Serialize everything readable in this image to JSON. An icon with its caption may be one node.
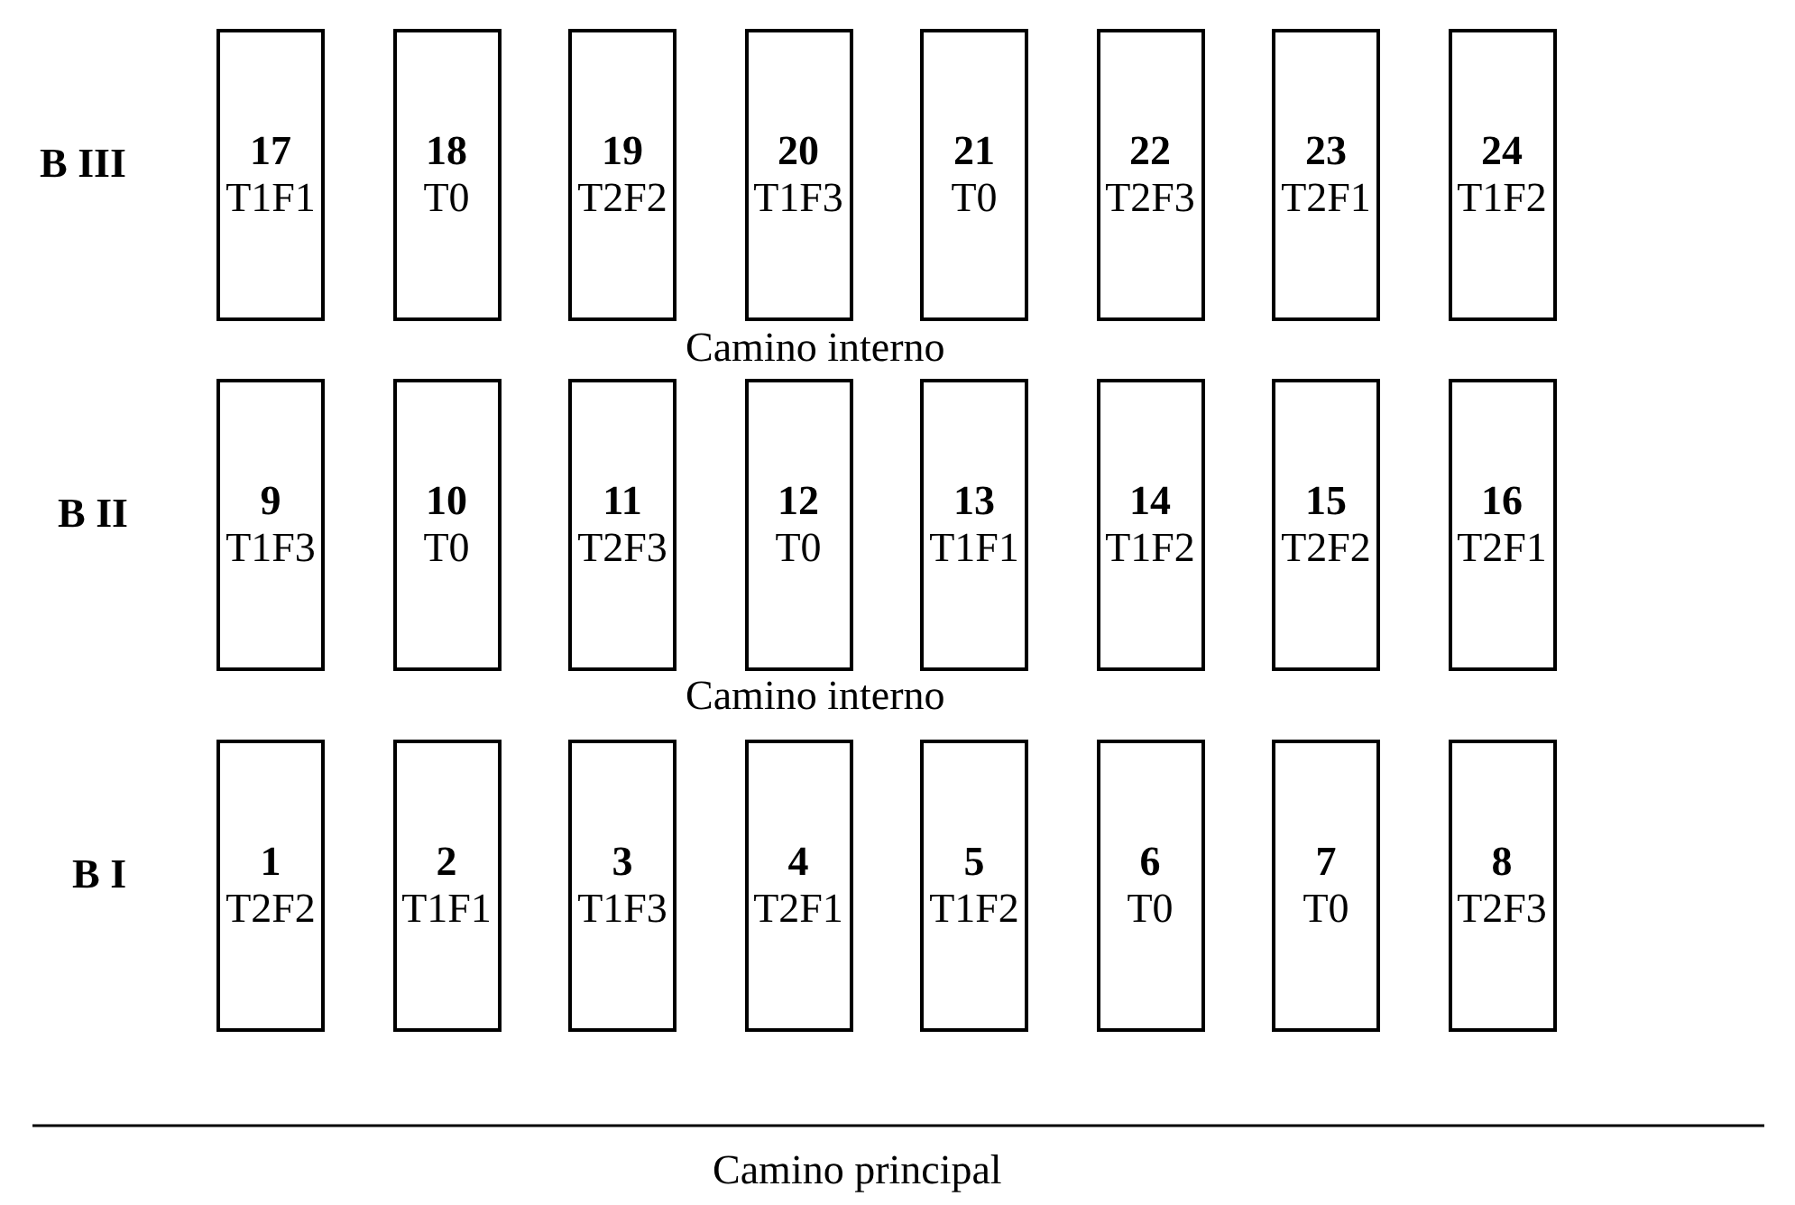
{
  "diagram": {
    "nodes": [
      {
        "text": [
          "17",
          "T1F1"
        ]
      },
      {
        "text": [
          "18",
          "T0"
        ]
      },
      {
        "text": [
          "19",
          "T2F2"
        ]
      },
      {
        "text": [
          "20",
          "T1F3"
        ]
      },
      {
        "text": [
          "21",
          "T0"
        ]
      },
      {
        "text": [
          "22",
          "T2F3"
        ]
      },
      {
        "text": [
          "23",
          "T2F1"
        ]
      },
      {
        "text": [
          "24",
          "T1F2"
        ]
      },
      {
        "text": [
          "9",
          "T1F3"
        ]
      },
      {
        "text": [
          "10",
          "T0"
        ]
      },
      {
        "text": [
          "11",
          "T2F3"
        ]
      },
      {
        "text": [
          "12",
          "T0"
        ]
      },
      {
        "text": [
          "13",
          "T1F1"
        ]
      },
      {
        "text": [
          "14",
          "T1F2"
        ]
      },
      {
        "text": [
          "15",
          "T2F2"
        ]
      },
      {
        "text": [
          "16",
          "T2F1"
        ]
      },
      {
        "text": [
          "1",
          "T2F2"
        ]
      },
      {
        "text": [
          "2",
          "T1F1"
        ]
      },
      {
        "text": [
          "3",
          "T1F3"
        ]
      },
      {
        "text": [
          "4",
          "T2F1"
        ]
      },
      {
        "text": [
          "5",
          "T1F2"
        ]
      },
      {
        "text": [
          "6",
          "T0"
        ]
      },
      {
        "text": [
          "7",
          "T0"
        ]
      },
      {
        "text": [
          "8",
          "T2F3"
        ]
      }
    ],
    "labels": [
      "B III",
      "Camino interno",
      "B II",
      "Camino interno",
      "B I",
      "Camino principal"
    ]
  }
}
